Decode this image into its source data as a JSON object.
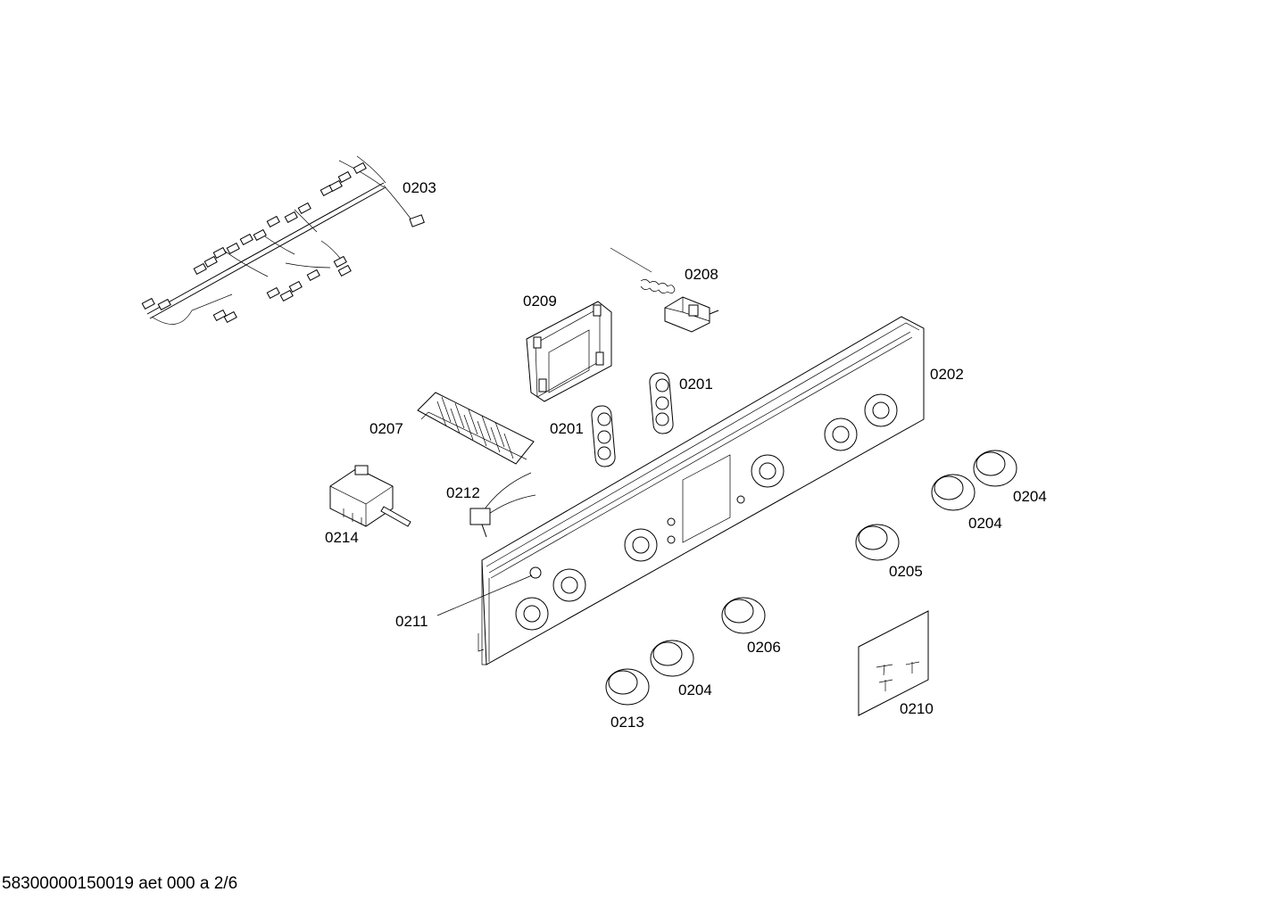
{
  "labels": {
    "p0203": "0203",
    "p0208": "0208",
    "p0209": "0209",
    "p0202": "0202",
    "p0201a": "0201",
    "p0201b": "0201",
    "p0207": "0207",
    "p0212": "0212",
    "p0214": "0214",
    "p0204a": "0204",
    "p0204b": "0204",
    "p0204c": "0204",
    "p0205": "0205",
    "p0211": "0211",
    "p0206": "0206",
    "p0213": "0213",
    "p0210": "0210"
  },
  "footer": "58300000150019 aet 000 a 2/6"
}
